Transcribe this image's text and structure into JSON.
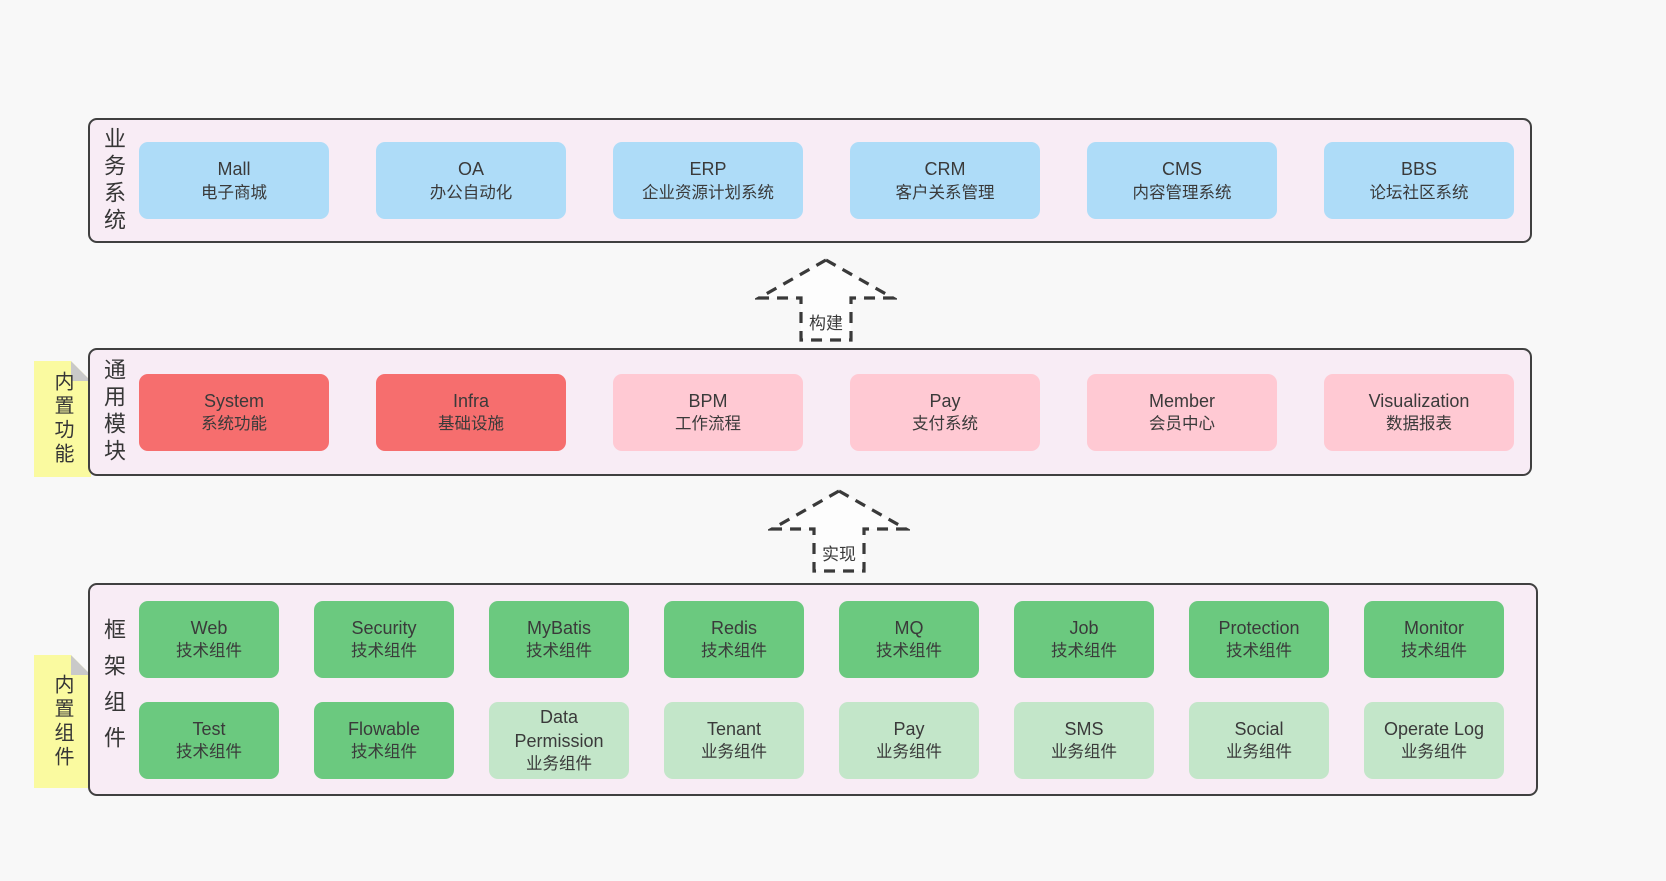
{
  "colors": {
    "page_bg": "#f8f8f8",
    "panel_bg": "#f8ecf5",
    "panel_border": "#404040",
    "blue_box": "#aedcf8",
    "red_box": "#f66e6e",
    "pink_box": "#ffc9d3",
    "green_box": "#6bc97f",
    "light_green_box": "#c3e6c9",
    "note_yellow": "#fafaa0",
    "note_fold_gray": "#c9c9c9",
    "text": "#3a3a3a"
  },
  "business": {
    "label": "业务系统",
    "items": [
      {
        "name": "Mall",
        "desc": "电子商城",
        "variant": "blue"
      },
      {
        "name": "OA",
        "desc": "办公自动化",
        "variant": "blue"
      },
      {
        "name": "ERP",
        "desc": "企业资源计划系统",
        "variant": "blue"
      },
      {
        "name": "CRM",
        "desc": "客户关系管理",
        "variant": "blue"
      },
      {
        "name": "CMS",
        "desc": "内容管理系统",
        "variant": "blue"
      },
      {
        "name": "BBS",
        "desc": "论坛社区系统",
        "variant": "blue"
      }
    ]
  },
  "arrow_build": {
    "label": "构建"
  },
  "modules": {
    "label": "通用模块",
    "note": "内置功能",
    "items": [
      {
        "name": "System",
        "desc": "系统功能",
        "variant": "red"
      },
      {
        "name": "Infra",
        "desc": "基础设施",
        "variant": "red"
      },
      {
        "name": "BPM",
        "desc": "工作流程",
        "variant": "pink"
      },
      {
        "name": "Pay",
        "desc": "支付系统",
        "variant": "pink"
      },
      {
        "name": "Member",
        "desc": "会员中心",
        "variant": "pink"
      },
      {
        "name": "Visualization",
        "desc": "数据报表",
        "variant": "pink"
      }
    ]
  },
  "arrow_implement": {
    "label": "实现"
  },
  "framework": {
    "label": "框架组件",
    "note": "内置组件",
    "row1": [
      {
        "name": "Web",
        "desc": "技术组件",
        "variant": "green"
      },
      {
        "name": "Security",
        "desc": "技术组件",
        "variant": "green"
      },
      {
        "name": "MyBatis",
        "desc": "技术组件",
        "variant": "green"
      },
      {
        "name": "Redis",
        "desc": "技术组件",
        "variant": "green"
      },
      {
        "name": "MQ",
        "desc": "技术组件",
        "variant": "green"
      },
      {
        "name": "Job",
        "desc": "技术组件",
        "variant": "green"
      },
      {
        "name": "Protection",
        "desc": "技术组件",
        "variant": "green"
      },
      {
        "name": "Monitor",
        "desc": "技术组件",
        "variant": "green"
      }
    ],
    "row2": [
      {
        "name": "Test",
        "desc": "技术组件",
        "variant": "green"
      },
      {
        "name": "Flowable",
        "desc": "技术组件",
        "variant": "green"
      },
      {
        "name": "Data Permission",
        "desc": "业务组件",
        "variant": "lightgreen"
      },
      {
        "name": "Tenant",
        "desc": "业务组件",
        "variant": "lightgreen"
      },
      {
        "name": "Pay",
        "desc": "业务组件",
        "variant": "lightgreen"
      },
      {
        "name": "SMS",
        "desc": "业务组件",
        "variant": "lightgreen"
      },
      {
        "name": "Social",
        "desc": "业务组件",
        "variant": "lightgreen"
      },
      {
        "name": "Operate Log",
        "desc": "业务组件",
        "variant": "lightgreen"
      }
    ]
  }
}
